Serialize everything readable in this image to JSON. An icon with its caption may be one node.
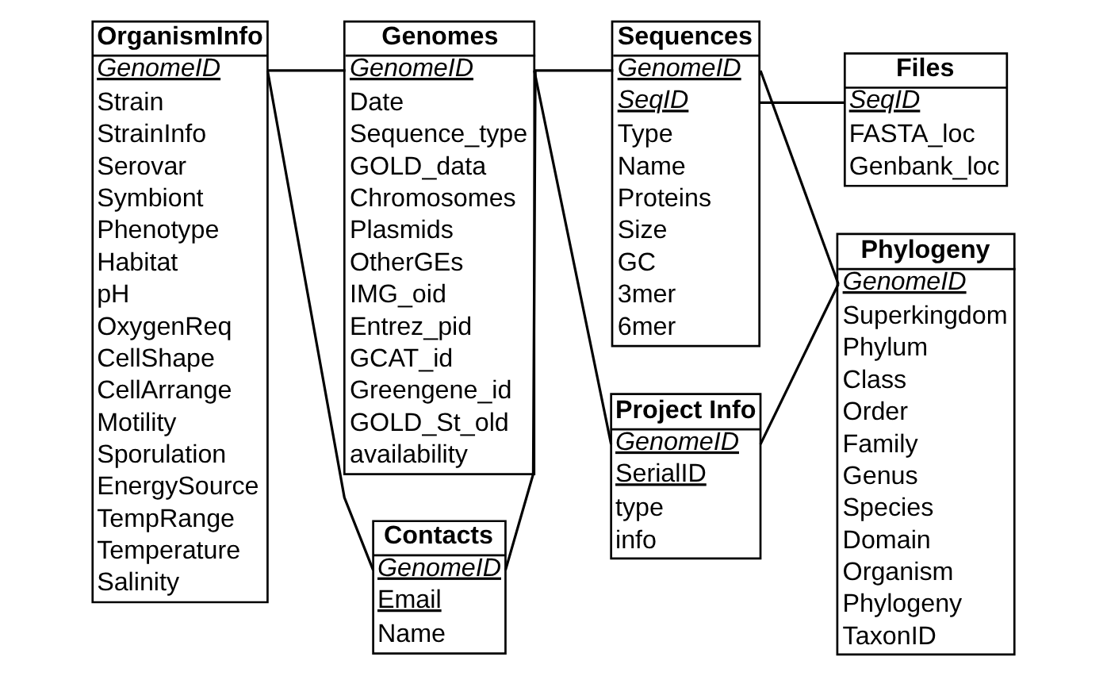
{
  "diagram": {
    "nodes": [
      {
        "text": [
          "OrganismInfo",
          "GenomeID",
          "Strain",
          "StrainInfo",
          "Serovar",
          "Symbiont",
          "Phenotype",
          "Habitat",
          "pH",
          "OxygenReq",
          "CellShape",
          "CellArrange",
          "Motility",
          "Sporulation",
          "EnergySource",
          "TempRange",
          "Temperature",
          "Salinity"
        ]
      },
      {
        "text": [
          "Genomes",
          "GenomeID",
          "Date",
          "Sequence_type",
          "GOLD_data",
          "Chromosomes",
          "Plasmids",
          "OtherGEs",
          "IMG_oid",
          "Entrez_pid",
          "GCAT_id",
          "Greengene_id",
          "GOLD_St_old",
          "availability"
        ]
      },
      {
        "text": [
          "Sequences",
          "GenomeID",
          "SeqID",
          "Type",
          "Name",
          "Proteins",
          "Size",
          "GC",
          "3mer",
          "6mer"
        ]
      },
      {
        "text": [
          "Files",
          "SeqID",
          "FASTA_loc",
          "Genbank_loc"
        ]
      },
      {
        "text": [
          "Phylogeny",
          "GenomeID",
          "Superkingdom",
          "Phylum",
          "Class",
          "Order",
          "Family",
          "Genus",
          "Species",
          "Domain",
          "Organism",
          "Phylogeny",
          "TaxonID"
        ]
      },
      {
        "text": [
          "Project Info",
          "GenomeID",
          "SerialID",
          "type",
          "info"
        ]
      },
      {
        "text": [
          "Contacts",
          "GenomeID",
          "Email",
          "Name"
        ]
      }
    ],
    "edges": [
      {
        "from": 0,
        "to": 1,
        "arrow": "none"
      },
      {
        "from": 0,
        "to": 6,
        "arrow": "none"
      },
      {
        "from": 1,
        "to": 2,
        "arrow": "none"
      },
      {
        "from": 1,
        "to": 5,
        "arrow": "none"
      },
      {
        "from": 1,
        "to": 6,
        "arrow": "none"
      },
      {
        "from": 2,
        "to": 3,
        "arrow": "none"
      },
      {
        "from": 2,
        "to": 4,
        "arrow": "none"
      },
      {
        "from": 4,
        "to": 5,
        "arrow": "none"
      }
    ]
  }
}
